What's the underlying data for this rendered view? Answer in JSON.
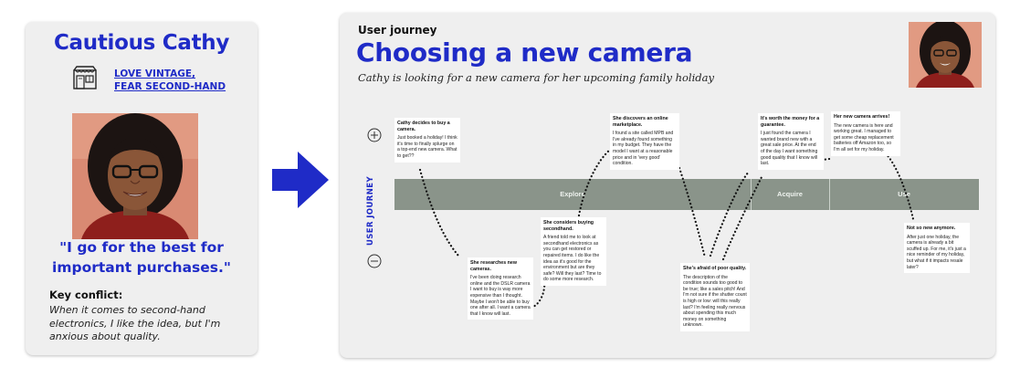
{
  "persona": {
    "name": "Cautious Cathy",
    "tagline_1": "LOVE VINTAGE,",
    "tagline_2": "FEAR SECOND-HAND",
    "quote_1": "\"I go for the best for",
    "quote_2": "important purchases.\"",
    "key_conflict_title": "Key conflict:",
    "key_conflict_body": "When it comes to second-hand electronics, I like the idea, but I'm anxious about quality."
  },
  "journey": {
    "eyebrow": "User journey",
    "title": "Choosing a new camera",
    "subtitle": "Cathy is looking for a new camera for her upcoming family holiday",
    "axis_label": "USER JOURNEY",
    "stages": [
      "Explore",
      "Acquire",
      "Use"
    ],
    "notes": [
      {
        "title": "Cathy decides to buy a camera.",
        "body": "Just booked a holiday! I think it's time to finally splurge on a top-end new camera. What to get??"
      },
      {
        "title": "She researches new cameras.",
        "body": "I've been doing research online and the DSLR camera I want to buy is way more expensive than I thought. Maybe I won't be able to buy one after all. I want a camera that I know will last."
      },
      {
        "title": "She considers buying secondhand.",
        "body": "A friend told me to look at secondhand electronics as you can get restored or repaired items. I do like the idea as it's good for the environment but are they safe? Will they last? Time to do some more research."
      },
      {
        "title": "She discovers an online marketplace.",
        "body": "I found a site called MPB and I've already found something in my budget. They have the model I want at a reasonable price and in 'very good' condition."
      },
      {
        "title": "She's afraid of poor quality.",
        "body": "The description of the condition sounds too good to be true; like a sales pitch! And I'm not sure if the shutter count is high or low: will this really last? I'm feeling really nervous about spending this much money on something unknown."
      },
      {
        "title": "It's worth the money for a guarantee.",
        "body": "I just found the camera I wanted brand new with a great sale price. At the end of the day I want something good quality that I know will last."
      },
      {
        "title": "Her new camera arrives!",
        "body": "The new camera is here and working great. I managed to get some cheap replacement batteries off Amazon too, so I'm all set for my holiday."
      },
      {
        "title": "Not so new anymore.",
        "body": "After just one holiday, the camera is already a bit scuffed up. For me, it's just a nice reminder of my holiday, but what if it impacts resale later?"
      }
    ]
  },
  "colors": {
    "brand_blue": "#1f2bc7",
    "stage_bar": "#8a948a",
    "card_bg": "#efefef"
  },
  "icons": [
    "storefront-icon",
    "arrow-right-icon",
    "plus-circle-icon",
    "minus-circle-icon"
  ]
}
